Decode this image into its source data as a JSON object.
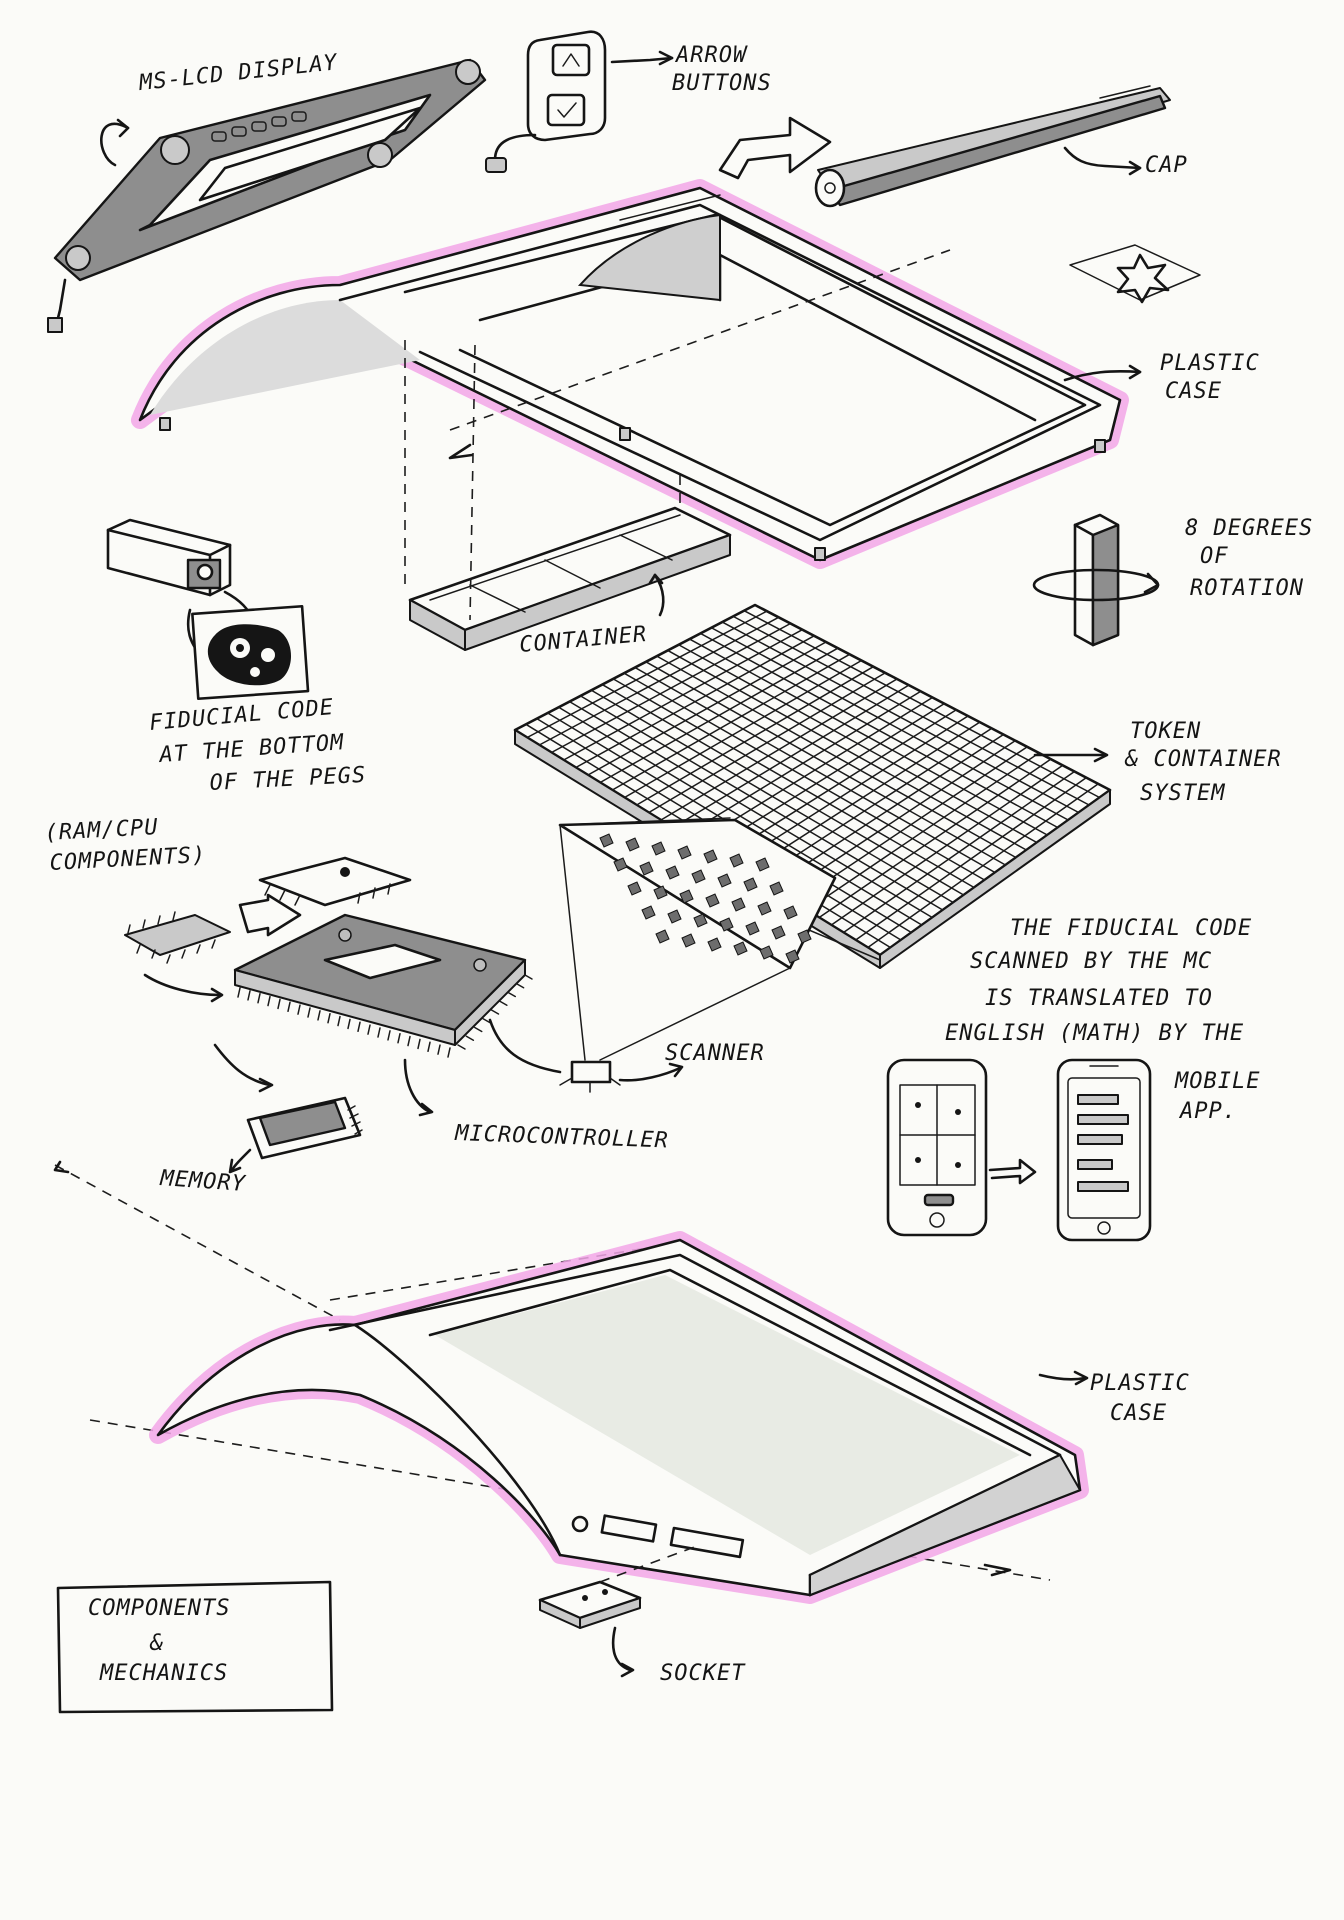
{
  "labels": {
    "lcd_display": "MS-LCD DISPLAY",
    "arrow_buttons_1": "ARROW",
    "arrow_buttons_2": "BUTTONS",
    "cap": "CAP",
    "plastic_case_top_1": "PLASTIC",
    "plastic_case_top_2": "CASE",
    "rotation_1": "8 DEGREES",
    "rotation_2": "OF",
    "rotation_3": "ROTATION",
    "container": "CONTAINER",
    "fiducial_1": "FIDUCIAL CODE",
    "fiducial_2": "AT THE BOTTOM",
    "fiducial_3": "OF THE PEGS",
    "token_1": "TOKEN",
    "token_2": "& CONTAINER",
    "token_3": "SYSTEM",
    "ram_1": "(RAM/CPU",
    "ram_2": "COMPONENTS)",
    "note_1": "THE FIDUCIAL CODE",
    "note_2": "SCANNED BY THE MC",
    "note_3": "IS TRANSLATED TO",
    "note_4": "ENGLISH (MATH) BY THE",
    "note_5": "MOBILE",
    "note_6": "APP.",
    "scanner": "SCANNER",
    "microcontroller": "MICROCONTROLLER",
    "memory": "MEMORY",
    "plastic_case_bottom_1": "PLASTIC",
    "plastic_case_bottom_2": "CASE",
    "socket": "SOCKET"
  },
  "title_box": {
    "line1": "COMPONENTS",
    "line2": "&",
    "line3": "MECHANICS"
  },
  "colors": {
    "ink": "#151515",
    "highlight": "#f2a6e7",
    "shade": "#8e8e8e",
    "paper": "#fbfbf8"
  }
}
